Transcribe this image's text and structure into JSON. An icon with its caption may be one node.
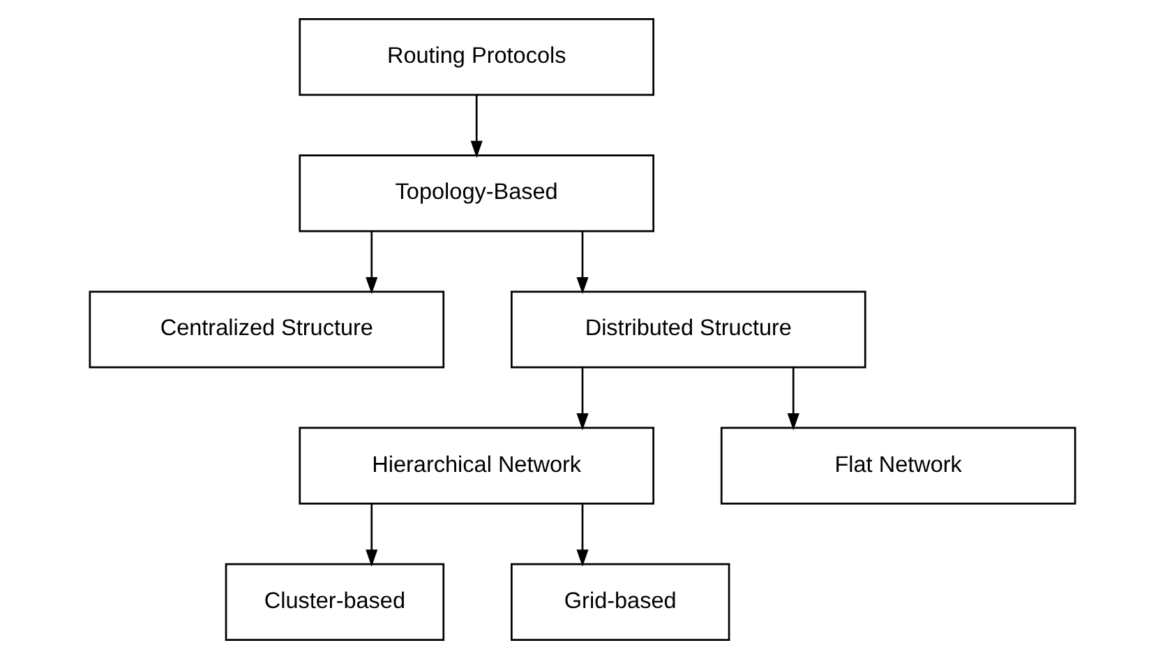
{
  "diagram": {
    "nodes": [
      {
        "text": [
          "Routing Protocols"
        ]
      },
      {
        "text": [
          "Topology-Based"
        ]
      },
      {
        "text": [
          "Centralized Structure"
        ]
      },
      {
        "text": [
          "Distributed Structure"
        ]
      },
      {
        "text": [
          "Hierarchical Network"
        ]
      },
      {
        "text": [
          "Flat Network"
        ]
      },
      {
        "text": [
          "Cluster-based"
        ]
      },
      {
        "text": [
          "Grid-based"
        ]
      }
    ],
    "edges": [
      {
        "from": 0,
        "to": 1,
        "arrow": "to"
      },
      {
        "from": 1,
        "to": 2,
        "arrow": "to"
      },
      {
        "from": 1,
        "to": 3,
        "arrow": "to"
      },
      {
        "from": 3,
        "to": 4,
        "arrow": "to"
      },
      {
        "from": 3,
        "to": 5,
        "arrow": "to"
      },
      {
        "from": 4,
        "to": 6,
        "arrow": "to"
      },
      {
        "from": 4,
        "to": 7,
        "arrow": "to"
      }
    ]
  }
}
